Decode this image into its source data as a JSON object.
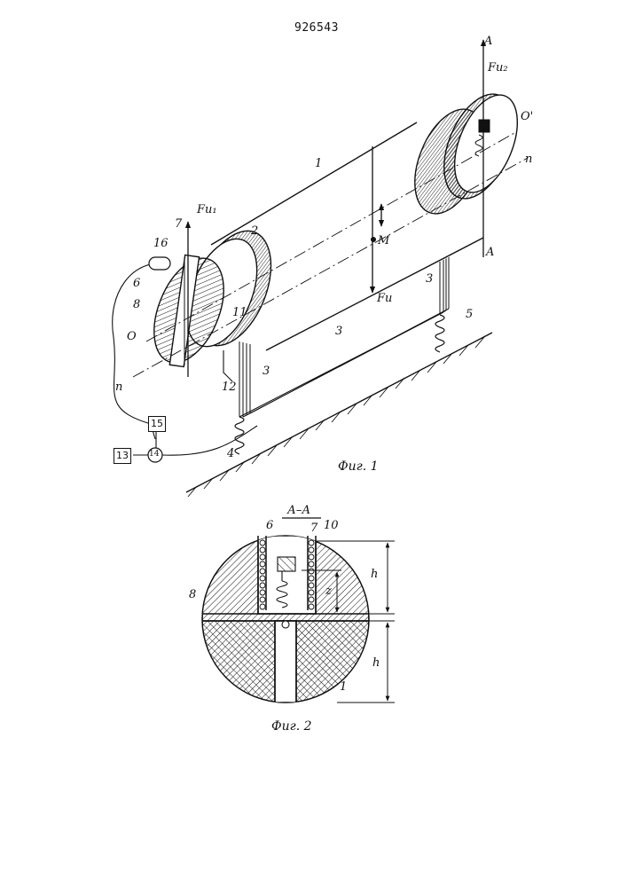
{
  "document": {
    "patent_number": "926543",
    "figure1": {
      "caption": "Фиг. 1",
      "labels": {
        "section_top": "A",
        "section_bottom": "A",
        "force_right": "Fu₂",
        "force_left": "Fu₁",
        "force_center": "Fu",
        "mass_point": "M",
        "axis_O": "O",
        "axis_O_prime": "O'",
        "axis_n_left": "п",
        "axis_n_right": "n",
        "n1": "1",
        "n2": "2",
        "n3a": "3",
        "n3b": "3",
        "n3c": "3",
        "n4": "4",
        "n5": "5",
        "n6": "6",
        "n7": "7",
        "n8": "8",
        "n11": "11",
        "n12": "12",
        "n13": "13",
        "n14": "14",
        "n15": "15",
        "n16": "16"
      }
    },
    "figure2": {
      "caption": "Фиг. 2",
      "section_title": "А–А",
      "labels": {
        "n6": "6",
        "n7": "7",
        "n10": "10",
        "n8": "8",
        "z": "z",
        "h_top": "h",
        "h_bottom": "h",
        "n1": "1"
      }
    }
  }
}
